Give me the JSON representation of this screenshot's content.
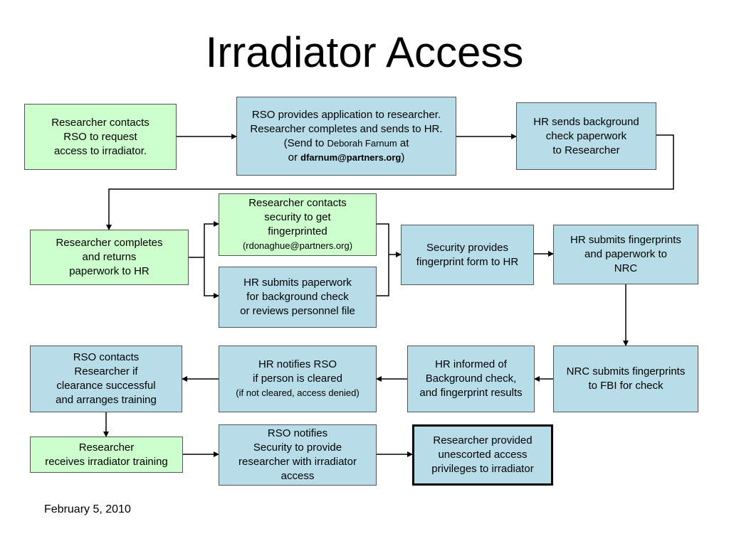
{
  "title": "Irradiator Access",
  "date": "February 5, 2010",
  "colors": {
    "green_box": "#ccffcc",
    "blue_box": "#b7dde8",
    "line": "#000000"
  },
  "nodes": {
    "b1": {
      "lines": [
        "Researcher contacts",
        "RSO to request",
        "access to irradiator."
      ]
    },
    "b2": {
      "line1": "RSO provides application to researcher.",
      "line2": "Researcher completes and sends to HR.",
      "line3_prefix": "(Send to ",
      "line3_name": "Deborah Farnum",
      "line3_suffix": " at",
      "line4_prefix": "or ",
      "line4_email": "dfarnum@partners.org",
      "line4_suffix": ")"
    },
    "b3": {
      "lines": [
        "HR sends background",
        "check paperwork",
        "to Researcher"
      ]
    },
    "b4": {
      "lines": [
        "Researcher completes",
        "and returns",
        "paperwork to HR"
      ]
    },
    "b5": {
      "lines": [
        "Researcher contacts",
        "security to get",
        "fingerprinted"
      ],
      "email": "(rdonaghue@partners.org)"
    },
    "b6": {
      "lines": [
        "HR submits paperwork",
        "for background check",
        "or reviews personnel file"
      ]
    },
    "b7": {
      "lines": [
        "Security provides",
        "fingerprint form to HR"
      ]
    },
    "b8": {
      "lines": [
        "HR submits fingerprints",
        "and paperwork to",
        "NRC"
      ]
    },
    "b9": {
      "lines": [
        "NRC submits fingerprints",
        "to FBI for check"
      ]
    },
    "b10": {
      "lines": [
        "HR informed of",
        "Background check,",
        "and fingerprint results"
      ]
    },
    "b11": {
      "lines": [
        "HR notifies RSO",
        "if person is cleared"
      ],
      "note": "(if not cleared, access denied)"
    },
    "b12": {
      "lines": [
        "RSO contacts",
        "Researcher if",
        "clearance successful",
        "and arranges training"
      ]
    },
    "b13": {
      "lines": [
        "Researcher",
        "receives irradiator training"
      ]
    },
    "b14": {
      "lines": [
        "RSO notifies",
        "Security to provide",
        "researcher with irradiator",
        "access"
      ]
    },
    "b15": {
      "lines": [
        "Researcher provided",
        "unescorted access",
        "privileges to irradiator"
      ]
    }
  }
}
